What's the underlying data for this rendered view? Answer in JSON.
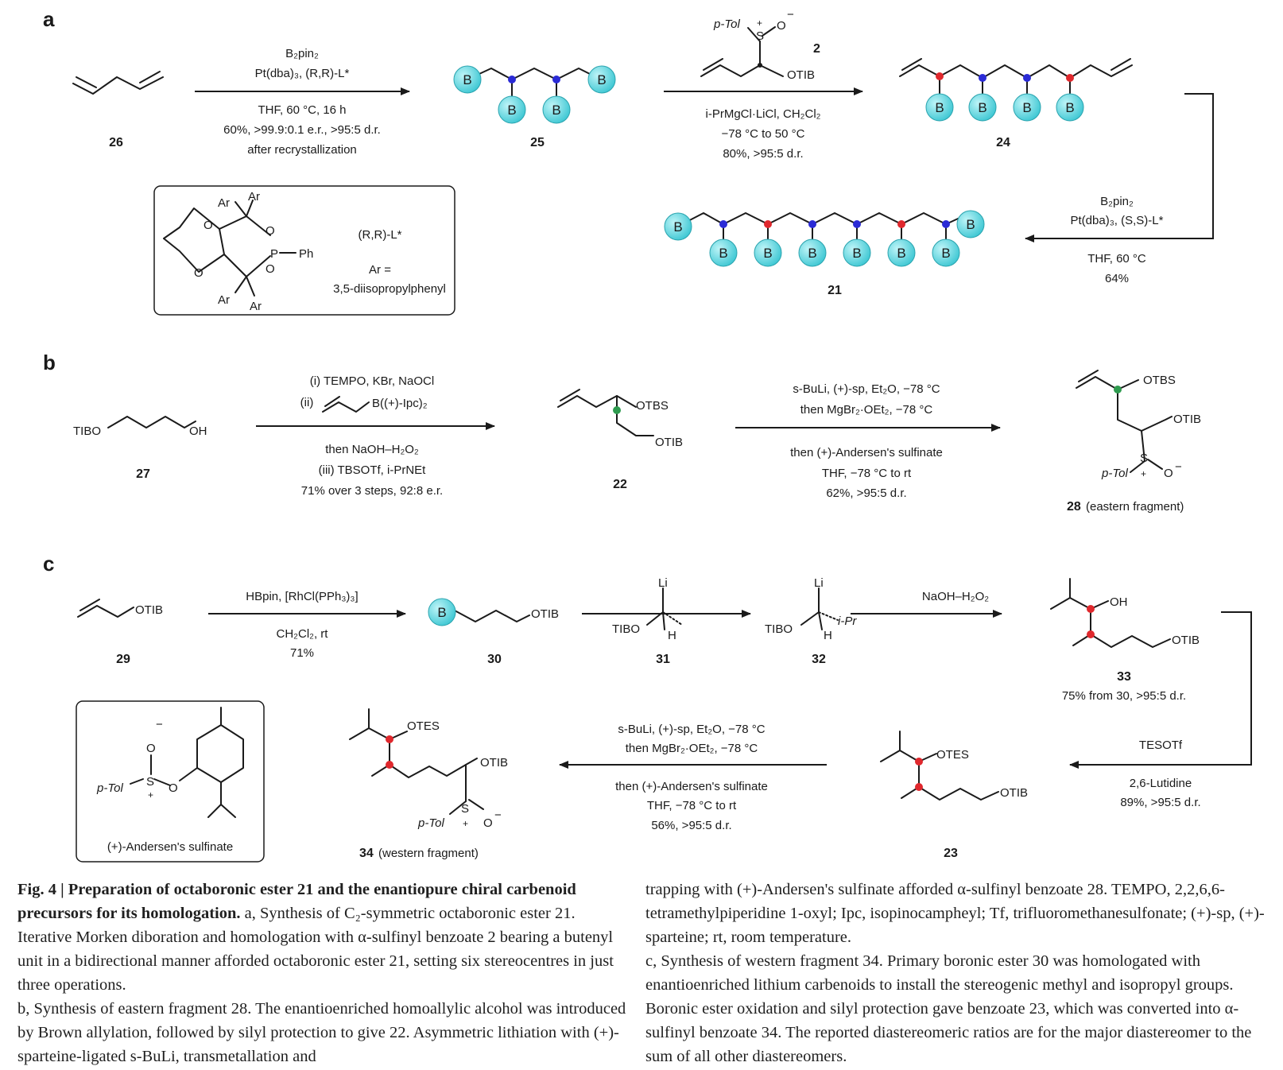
{
  "panels": {
    "a": "a",
    "b": "b",
    "c": "c"
  },
  "compounds": {
    "c26": "26",
    "c25": "25",
    "c24": "24",
    "c21": "21",
    "c27": "27",
    "c22": "22",
    "c28": "28",
    "c28_note": "(eastern fragment)",
    "c29": "29",
    "c30": "30",
    "c31": "31",
    "c32": "32",
    "c33": "33",
    "c23": "23",
    "c34": "34",
    "c34_note": "(western fragment)",
    "c2": "2"
  },
  "atoms": {
    "B": "B",
    "OTIB": "OTIB",
    "OTBS": "OTBS",
    "OTES": "OTES",
    "OH": "OH",
    "TIBO": "TIBO",
    "Li": "Li",
    "H": "H",
    "iPr": "i-Pr",
    "pTol": "p-Tol",
    "S": "S",
    "O": "O",
    "Ar": "Ar",
    "P": "P",
    "Ph": "Ph",
    "plus": "+",
    "minus": "−"
  },
  "conditions": {
    "a1": [
      "B₂pin₂",
      "Pt(dba)₃, (R,R)-L*",
      "THF, 60 °C, 16 h",
      "60%, >99.9:0.1 e.r., >95:5 d.r.",
      "after recrystallization"
    ],
    "a2": [
      "i-PrMgCl·LiCl, CH₂Cl₂",
      "−78 °C to 50 °C",
      "80%, >95:5 d.r."
    ],
    "a3": [
      "B₂pin₂",
      "Pt(dba)₃, (S,S)-L*",
      "THF, 60 °C",
      "64%"
    ],
    "ligand": [
      "(R,R)-L*",
      "Ar =",
      "3,5-diisopropylphenyl"
    ],
    "b1": [
      "(i) TEMPO, KBr, NaOCl",
      "(ii)",
      "B((+)-Ipc)₂",
      "then NaOH–H₂O₂",
      "(iii) TBSOTf, i-PrNEt",
      "71% over 3 steps, 92:8 e.r."
    ],
    "b2": [
      "s-BuLi, (+)-sp, Et₂O, −78 °C",
      "then MgBr₂·OEt₂,  −78 °C",
      "then (+)-Andersen's sulfinate",
      "THF, −78 °C to rt",
      "62%, >95:5 d.r."
    ],
    "c1": [
      "HBpin, [RhCl(PPh₃)₃]",
      "CH₂Cl₂, rt",
      "71%"
    ],
    "c2": [
      "NaOH–H₂O₂"
    ],
    "c3": [
      "75% from 30, >95:5 d.r."
    ],
    "c4": [
      "TESOTf",
      "2,6-Lutidine",
      "89%, >95:5 d.r."
    ],
    "c5": [
      "s-BuLi, (+)-sp, Et₂O, −78 °C",
      "then MgBr₂·OEt₂,  −78 °C",
      "then (+)-Andersen's sulfinate",
      "THF, −78 °C to rt",
      "56%, >95:5 d.r."
    ],
    "andersen": "(+)-Andersen's sulfinate"
  },
  "caption": {
    "fig": "Fig. 4 | Preparation of octaboronic ester 21 and the enantiopure chiral carbenoid precursors for its homologation.",
    "left": [
      " a, Synthesis of C₂-symmetric octaboronic ester 21. Iterative Morken diboration and homologation with α-sulfinyl benzoate 2 bearing a butenyl unit in a bidirectional manner afforded octaboronic ester 21, setting six stereocentres in just three operations.",
      "b, Synthesis of eastern fragment 28. The enantioenriched homoallylic alcohol was introduced by Brown allylation, followed by silyl protection to give 22. Asymmetric lithiation with (+)-sparteine-ligated s-BuLi, transmetallation and"
    ],
    "right": [
      "trapping with (+)-Andersen's sulfinate afforded α-sulfinyl benzoate 28. TEMPO, 2,2,6,6-tetramethylpiperidine 1-oxyl; Ipc, isopinocampheyl; Tf, trifluoromethanesulfonate; (+)-sp, (+)-sparteine; rt, room temperature.",
      "c, Synthesis of western fragment 34. Primary boronic ester 30 was homologated with enantioenriched lithium carbenoids to install the stereogenic methyl and isopropyl groups. Boronic ester oxidation and silyl protection gave benzoate 23, which was converted into α-sulfinyl benzoate 34. The reported diastereomeric ratios are for the major diastereomer to the sum of all other diastereomers."
    ]
  },
  "colors": {
    "boron": "#4fd2dc",
    "boron_stroke": "#1f8f9a",
    "methyl": "#2b2bd6",
    "oxygen": "#e0282d",
    "carbinol": "#2e9b4f",
    "ink": "#1a1a1a"
  }
}
